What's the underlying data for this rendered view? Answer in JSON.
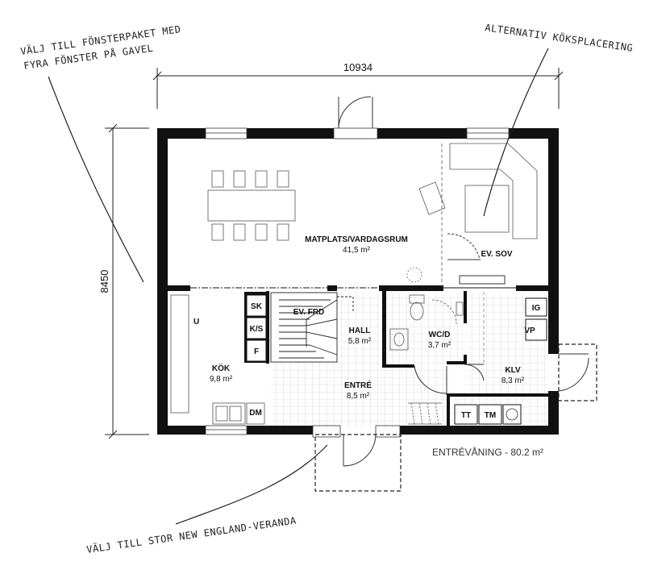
{
  "annotations": {
    "window_package_line1": "VÄLJ TILL FÖNSTERPAKET MED",
    "window_package_line2": "FYRA FÖNSTER PÅ GAVEL",
    "alt_kitchen": "ALTERNATIV KÖKSPLACERING",
    "veranda": "VÄLJ TILL STOR NEW ENGLAND-VERANDA"
  },
  "dimensions": {
    "width": "10934",
    "depth": "8450"
  },
  "rooms": {
    "living": {
      "name": "MATPLATS/VARDAGSRUM",
      "area": "41,5 m²"
    },
    "ev_sov": {
      "name": "EV. SOV"
    },
    "ev_frd": {
      "name": "EV. FRD"
    },
    "hall": {
      "name": "HALL",
      "area": "5,8 m²"
    },
    "wc": {
      "name": "WC/D",
      "area": "3,7 m²"
    },
    "kok": {
      "name": "KÖK",
      "area": "9,8 m²"
    },
    "entre": {
      "name": "ENTRÉ",
      "area": "8,5 m²"
    },
    "klv": {
      "name": "KLV",
      "area": "8,3 m²"
    }
  },
  "fixtures": {
    "sk": "SK",
    "ks": "K/S",
    "f": "F",
    "u": "U",
    "dm": "DM",
    "ig": "IG",
    "vp": "VP",
    "tt": "TT",
    "tm": "TM"
  },
  "summary": "ENTRÉVÅNING - 80.2 m²"
}
